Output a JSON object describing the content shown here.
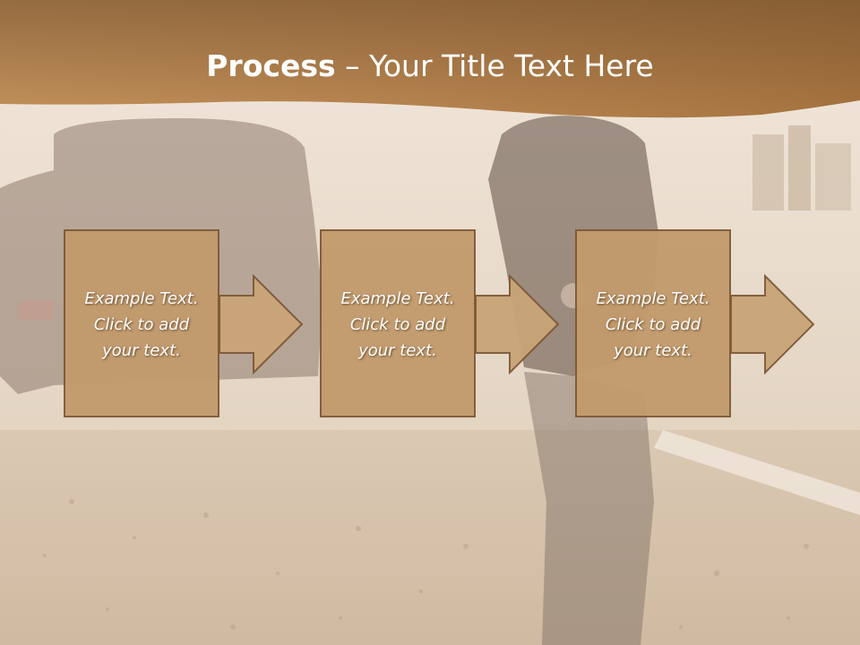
{
  "slide": {
    "title_bold": "Process",
    "title_rest": " – Your Title Text Here"
  },
  "process": {
    "steps": [
      {
        "text": "Example Text.\nClick  to add\nyour text."
      },
      {
        "text": "Example Text.\nClick  to add\nyour text."
      },
      {
        "text": "Example Text.\nClick  to add\nyour text."
      }
    ]
  },
  "colors": {
    "header_brown": "#9a6d3c",
    "box_fill": "#c29a6c",
    "box_border": "#7d5a38",
    "arrow_fill": "#c9a477"
  }
}
